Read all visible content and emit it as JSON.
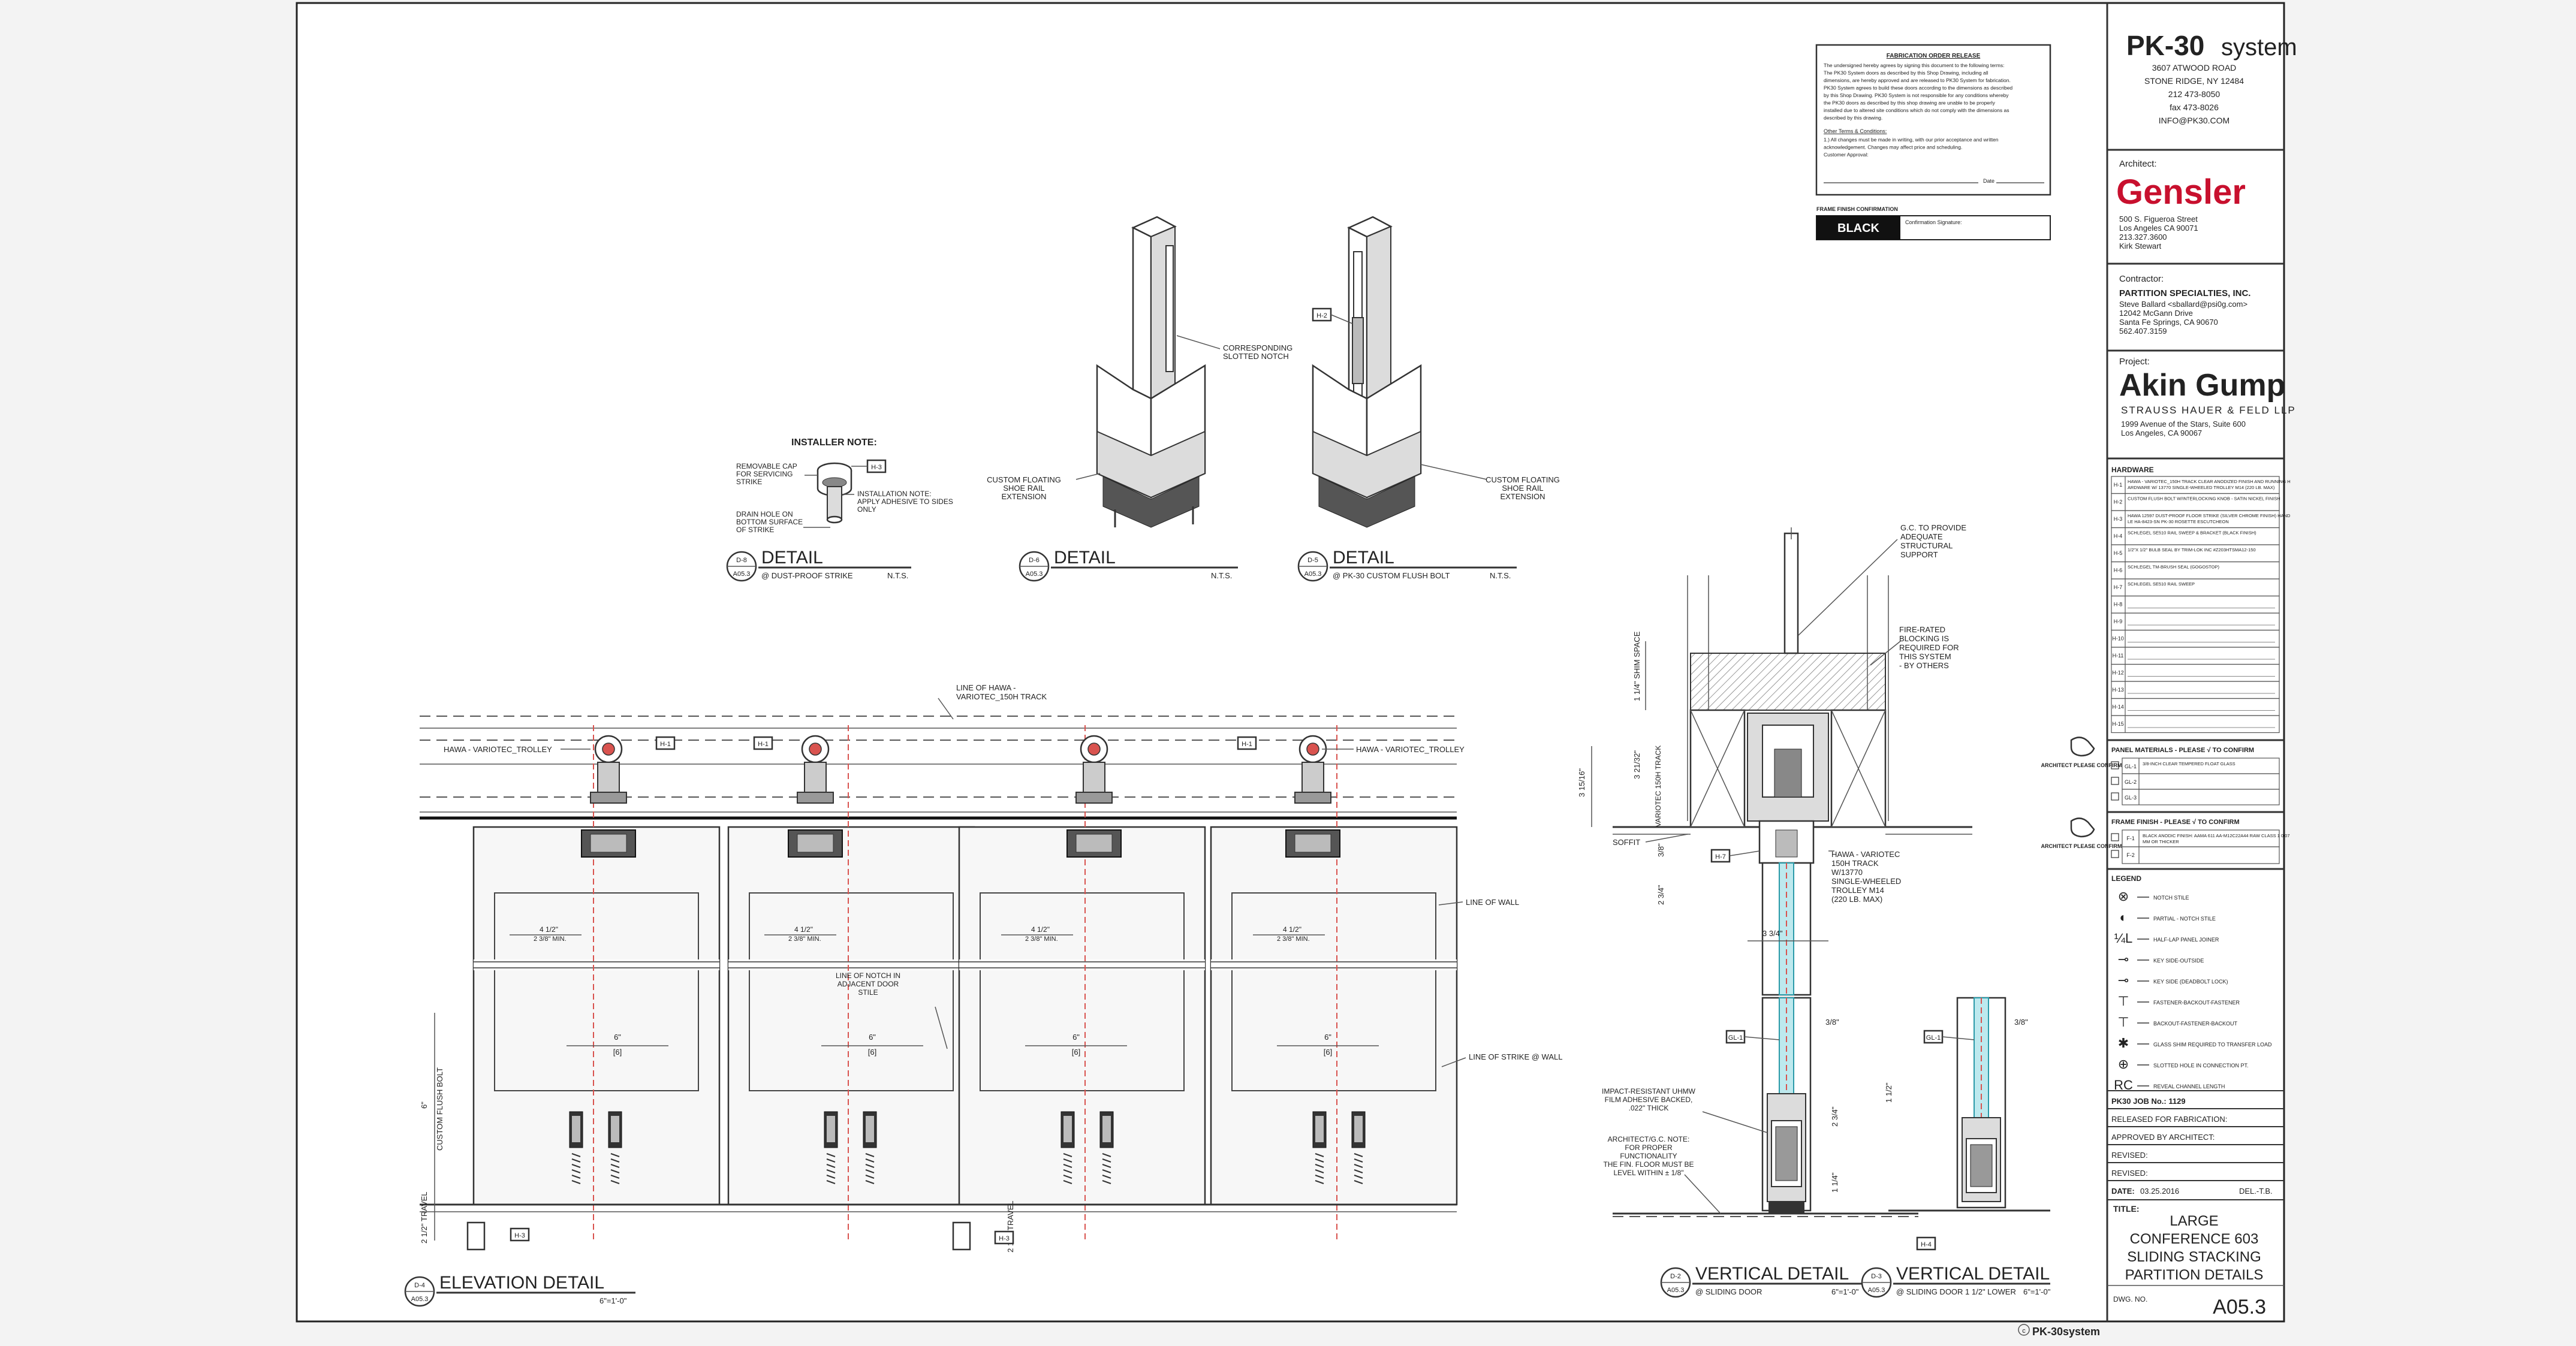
{
  "titleblock": {
    "logo_main": "PK-30",
    "logo_sub": "system",
    "company_addr": [
      "3607 ATWOOD ROAD",
      "STONE RIDGE, NY 12484",
      "212 473-8050",
      "fax 473-8026",
      "INFO@PK30.COM"
    ],
    "architect_label": "Architect:",
    "architect_name": "Gensler",
    "architect_addr": [
      "500 S. Figueroa Street",
      "Los Angeles CA 90071",
      "213.327.3600",
      "Kirk Stewart"
    ],
    "contractor_label": "Contractor:",
    "contractor_name": "PARTITION SPECIALTIES, INC.",
    "contractor_addr": [
      "Steve Ballard <sballard@psi0g.com>",
      "12042 McGann Drive",
      "Santa Fe Springs, CA 90670",
      "562.407.3159"
    ],
    "project_label": "Project:",
    "project_name": "Akin Gump",
    "project_sub": "STRAUSS HAUER & FELD LLP",
    "project_addr": [
      "1999 Avenue of the Stars, Suite 600",
      "Los Angeles, CA 90067"
    ],
    "hardware_title": "HARDWARE",
    "hardware_rows": [
      {
        "tag": "H-1",
        "desc": "HAWA - VARIOTEC_150H TRACK CLEAR ANODIZED FINISH AND RUNNING HARDWARE W/ 13770 SINGLE-WHEELED TROLLEY M14 (220 LB. MAX)"
      },
      {
        "tag": "H-2",
        "desc": "CUSTOM FLUSH BOLT W/INTERLOCKING KNOB - SATIN NICKEL FINISH"
      },
      {
        "tag": "H-3",
        "desc": "HAWA 12597 DUST-PROOF FLOOR STRIKE (SILVER CHROME FINISH) HANDLE HA-8423-SN PK-30 ROSETTE ESCUTCHEON"
      },
      {
        "tag": "H-4",
        "desc": "SCHLEGEL SE510 RAIL SWEEP & BRACKET (BLACK FINISH)"
      },
      {
        "tag": "H-5",
        "desc": "1/2\"X 1/2\" BULB SEAL BY TRIM-LOK INC #Z203HTSMA12-150"
      },
      {
        "tag": "H-6",
        "desc": "SCHLEGEL TM-BRUSH SEAL (GOGOSTOP)"
      },
      {
        "tag": "H-7",
        "desc": "SCHLEGEL SE510 RAIL SWEEP"
      },
      {
        "tag": "H-8",
        "desc": ""
      },
      {
        "tag": "H-9",
        "desc": ""
      },
      {
        "tag": "H-10",
        "desc": ""
      },
      {
        "tag": "H-11",
        "desc": ""
      },
      {
        "tag": "H-12",
        "desc": ""
      },
      {
        "tag": "H-13",
        "desc": ""
      },
      {
        "tag": "H-14",
        "desc": ""
      },
      {
        "tag": "H-15",
        "desc": ""
      }
    ],
    "panel_title": "PANEL MATERIALS - PLEASE √ TO CONFIRM",
    "panel_rows": [
      {
        "tag": "GL-1",
        "desc": "3/8-INCH CLEAR TEMPERED FLOAT GLASS"
      },
      {
        "tag": "GL-2",
        "desc": ""
      },
      {
        "tag": "GL-3",
        "desc": ""
      }
    ],
    "frame_title": "FRAME FINISH - PLEASE √ TO CONFIRM",
    "frame_rows": [
      {
        "tag": "F-1",
        "desc": "BLACK ANODIC FINISH: AAMA 611 AA-M12C22A44 RAW CLASS 1 0.07 MM OR THICKER"
      },
      {
        "tag": "F-2",
        "desc": ""
      }
    ],
    "confirm_note": "ARCHITECT PLEASE CONFIRM",
    "legend_title": "LEGEND",
    "legend_rows": [
      {
        "sym": "⊗",
        "desc": "NOTCH STILE"
      },
      {
        "sym": "◐",
        "desc": "PARTIAL - NOTCH STILE"
      },
      {
        "sym": "¼L",
        "desc": "HALF-LAP PANEL JOINER"
      },
      {
        "sym": "⊸",
        "desc": "KEY SIDE-OUTSIDE"
      },
      {
        "sym": "⊸",
        "desc": "KEY SIDE (DEADBOLT LOCK)"
      },
      {
        "sym": "⊤",
        "desc": "FASTENER-BACKOUT-FASTENER"
      },
      {
        "sym": "⊤",
        "desc": "BACKOUT-FASTENER-BACKOUT"
      },
      {
        "sym": "✱",
        "desc": "GLASS SHIM REQUIRED TO TRANSFER LOAD"
      },
      {
        "sym": "⊕",
        "desc": "SLOTTED HOLE IN CONNECTION PT."
      },
      {
        "sym": "RC",
        "desc": "REVEAL CHANNEL LENGTH"
      }
    ],
    "job_no": "PK30 JOB No.: 1129",
    "released": "RELEASED FOR FABRICATION:",
    "approved": "APPROVED BY ARCHITECT:",
    "revised1": "REVISED:",
    "revised2": "REVISED:",
    "date_label": "DATE:",
    "date_value": "03.25.2016",
    "del_label": "DEL.-T.B.",
    "title_label": "TITLE:",
    "title_lines": [
      "LARGE",
      "CONFERENCE 603",
      "SLIDING STACKING",
      "PARTITION DETAILS"
    ],
    "dwg_label": "DWG. NO.",
    "dwg_no": "A05.3"
  },
  "release_box": {
    "title": "FABRICATION ORDER RELEASE",
    "body": [
      "The undersigned hereby agrees by signing this document to the following terms:",
      "The PK30 System doors as described by this Shop Drawing, including all",
      "dimensions, are hereby approved and are released to PK30 System for fabrication.",
      "PK30 System agrees to build these doors according to the dimensions as described",
      "by this Shop Drawing. PK30 System is not responsible for any conditions whereby",
      "the PK30 doors as described by this shop drawing are unable to be properly",
      "installed due to altered site conditions which do not comply with the dimensions as",
      "described by this drawing."
    ],
    "other_terms": "Other Terms & Conditions:",
    "terms": [
      "1.) All changes must be made in writing, with our prior acceptance and written",
      "    acknowledgement. Changes may affect price and scheduling.",
      "Customer Approval:"
    ],
    "date_line": "Date",
    "finish_confirm": "FRAME FINISH CONFIRMATION",
    "finish_value": "BLACK",
    "confirm_sig": "Confirmation Signature:"
  },
  "details": {
    "d8": {
      "tag": "D-8",
      "sheet": "A05.3",
      "title": "DETAIL",
      "sub": "@ DUST-PROOF STRIKE",
      "scale": "N.T.S."
    },
    "d6": {
      "tag": "D-6",
      "sheet": "A05.3",
      "title": "DETAIL",
      "sub": "",
      "scale": "N.T.S."
    },
    "d5": {
      "tag": "D-5",
      "sheet": "A05.3",
      "title": "DETAIL",
      "sub": "@ PK-30  CUSTOM FLUSH BOLT",
      "scale": "N.T.S."
    },
    "d4": {
      "tag": "D-4",
      "sheet": "A05.3",
      "title": "ELEVATION DETAIL",
      "sub": "",
      "scale": "6\"=1'-0\""
    },
    "d2": {
      "tag": "D-2",
      "sheet": "A05.3",
      "title": "VERTICAL DETAIL",
      "sub": "@ SLIDING DOOR",
      "scale": "6\"=1'-0\""
    },
    "d3": {
      "tag": "D-3",
      "sheet": "A05.3",
      "title": "VERTICAL DETAIL",
      "sub": "@ SLIDING DOOR 1 1/2\" LOWER",
      "scale": "6\"=1'-0\""
    }
  },
  "notes": {
    "installer_title": "INSTALLER NOTE:",
    "removable_cap": [
      "REMOVABLE CAP",
      "FOR SERVICING",
      "STRIKE"
    ],
    "installation_note": [
      "INSTALLATION NOTE:",
      "APPLY ADHESIVE TO SIDES",
      "ONLY"
    ],
    "drain_hole": [
      "DRAIN HOLE ON",
      "BOTTOM SURFACE",
      "OF STRIKE"
    ],
    "corresponding": [
      "CORRESPONDING",
      "SLOTTED NOTCH"
    ],
    "custom_floating_l": [
      "CUSTOM FLOATING",
      "SHOE RAIL",
      "EXTENSION"
    ],
    "custom_floating_r": [
      "CUSTOM FLOATING",
      "SHOE RAIL",
      "EXTENSION"
    ],
    "line_of_hawa": [
      "LINE OF HAWA -",
      "VARIOTEC_150H TRACK"
    ],
    "hawa_trolley": "HAWA - VARIOTEC_TROLLEY",
    "line_of_wall": "LINE OF WALL",
    "line_of_strike": "LINE OF STRIKE @ WALL",
    "line_of_notch": [
      "LINE OF NOTCH IN",
      "ADJACENT DOOR",
      "STILE"
    ],
    "custom_flush_bolt": "CUSTOM FLUSH BOLT",
    "travel_a": "2 1/2\" TRAVEL",
    "travel_b": "2 1/2\" TRAVEL",
    "gc_provide": [
      "G.C. TO PROVIDE",
      "ADEQUATE",
      "STRUCTURAL",
      "SUPPORT"
    ],
    "fire_rated": [
      "FIRE-RATED",
      "BLOCKING IS",
      "REQUIRED FOR",
      "THIS SYSTEM",
      "- BY OTHERS"
    ],
    "soffit": "SOFFIT",
    "hawa_variotec": [
      "HAWA - VARIOTEC",
      "150H TRACK",
      "W/13770",
      "SINGLE-WHEELED",
      "TROLLEY M14",
      "(220 LB. MAX)"
    ],
    "impact_resistant": [
      "IMPACT-RESISTANT UHMW",
      "FILM ADHESIVE BACKED,",
      ".022\" THICK"
    ],
    "architect_note": [
      "ARCHITECT/G.C. NOTE:",
      "FOR PROPER",
      "FUNCTIONALITY",
      "THE FIN. FLOOR MUST BE",
      "LEVEL WITHIN ± 1/8\""
    ],
    "shim_space": "1 1/4\" SHIM SPACE",
    "variotec_track": "VARIOTEC 150H TRACK",
    "dim_3_15_16": "3 15/16\"",
    "dim_3_21_32": "3 21/32\"",
    "dim_3_8": "3/8\"",
    "dim_2_3_4": "2 3/4\"",
    "dim_3_3_4": "3 3/4\"",
    "dim_1_1_2": "1 1/2\"",
    "dim_4_1_2": "4 1/2\"",
    "dim_min": "2 3/8\" MIN.",
    "dim_6": "6\"",
    "dim_6b": "[6]",
    "footer_logo": "PK-30system"
  },
  "tags": {
    "h1": "H-1",
    "h2": "H-2",
    "h3": "H-3",
    "h4": "H-4",
    "h7": "H-7",
    "gl1": "GL-1"
  }
}
